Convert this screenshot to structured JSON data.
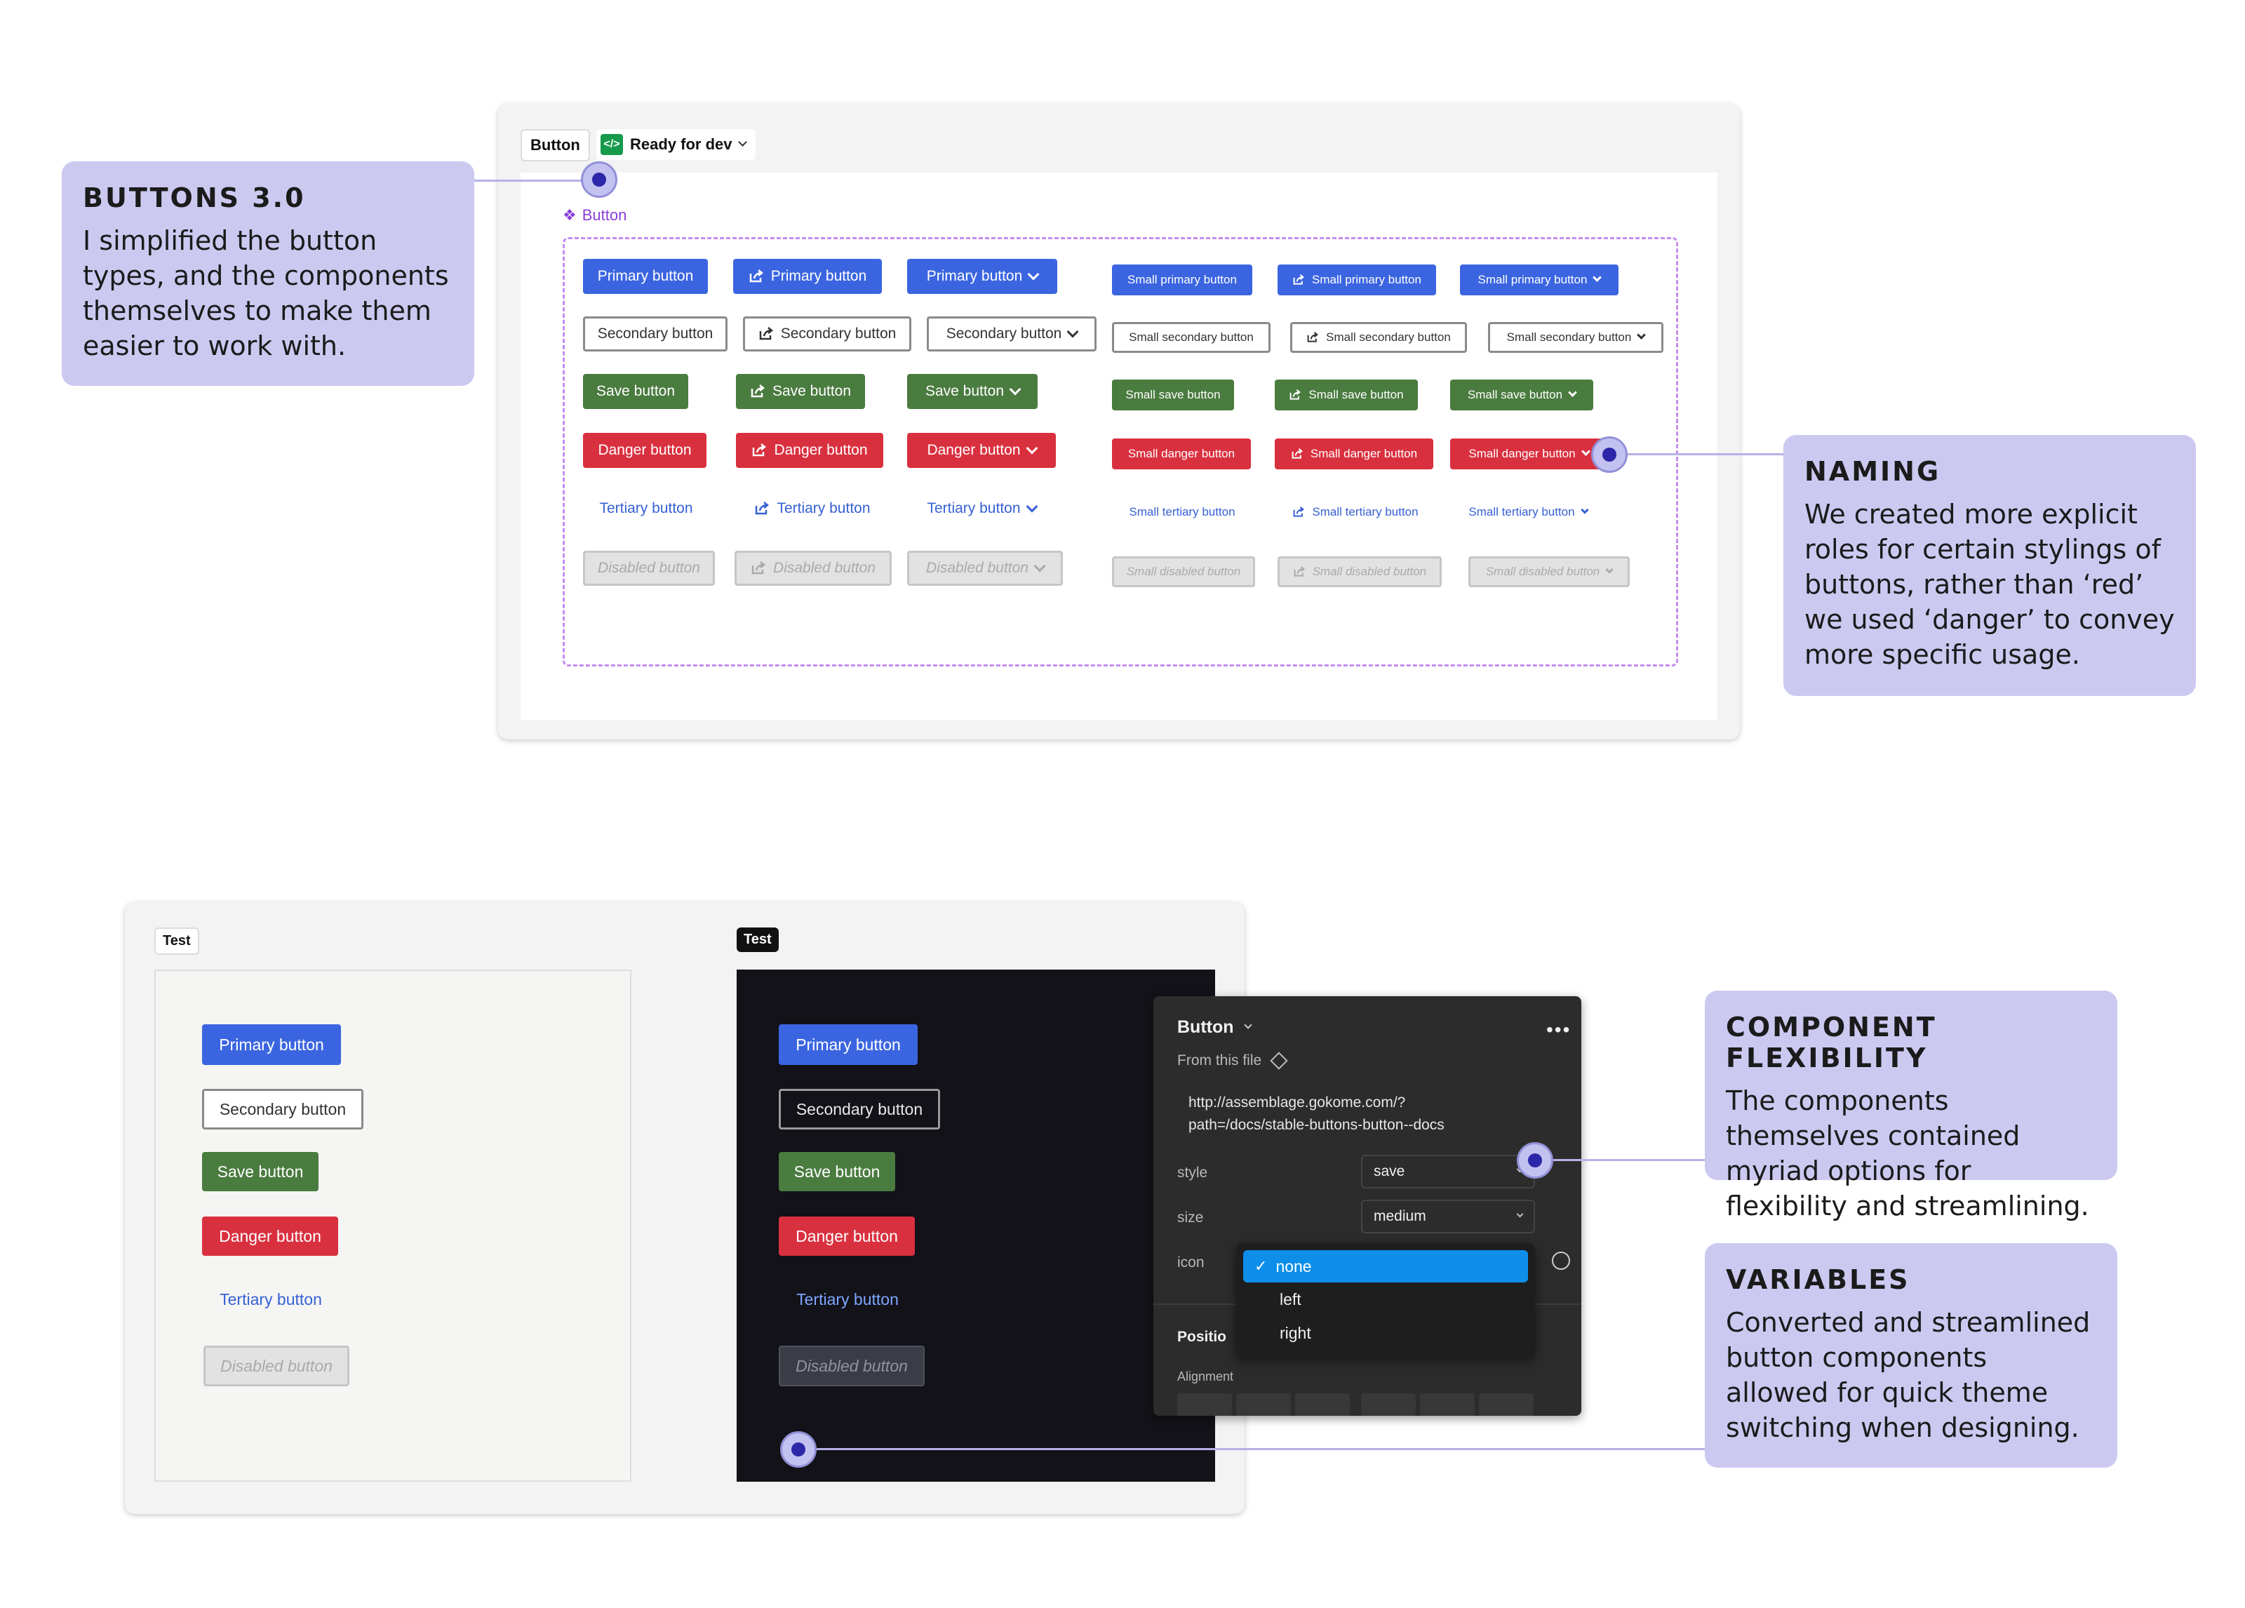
{
  "top_frame": {
    "component_tag": "Button",
    "status_label": "Ready for dev",
    "component_label": "Button",
    "large": {
      "primary": [
        "Primary button",
        "Primary button",
        "Primary button"
      ],
      "secondary": [
        "Secondary button",
        "Secondary button",
        "Secondary button"
      ],
      "save": [
        "Save button",
        "Save button",
        "Save button"
      ],
      "danger": [
        "Danger button",
        "Danger button",
        "Danger button"
      ],
      "tertiary": [
        "Tertiary button",
        "Tertiary button",
        "Tertiary button"
      ],
      "disabled": [
        "Disabled button",
        "Disabled button",
        "Disabled button"
      ]
    },
    "small": {
      "primary": [
        "Small primary button",
        "Small primary button",
        "Small primary button"
      ],
      "secondary": [
        "Small secondary button",
        "Small secondary button",
        "Small secondary button"
      ],
      "save": [
        "Small save button",
        "Small save button",
        "Small save button"
      ],
      "danger": [
        "Small danger button",
        "Small danger button",
        "Small danger button"
      ],
      "tertiary": [
        "Small tertiary button",
        "Small tertiary button",
        "Small tertiary button"
      ],
      "disabled": [
        "Small disabled button",
        "Small disabled button",
        "Small disabled button"
      ]
    }
  },
  "notes": {
    "buttons": {
      "title": "BUTTONS 3.0",
      "text": "I simplified the button types, and the components themselves to make them easier to work with."
    },
    "naming": {
      "title": "NAMING",
      "text": "We created more explicit roles for certain stylings of buttons, rather than ‘red’ we used ‘danger’ to convey more specific usage."
    },
    "flexibility": {
      "title": "COMPONENT FLEXIBILITY",
      "text": "The components themselves contained myriad options for flexibility and streamlining."
    },
    "variables": {
      "title": "VARIABLES",
      "text": "Converted and streamlined button components allowed for quick theme switching when designing."
    }
  },
  "bottom_frame": {
    "light_tag": "Test",
    "dark_tag": "Test",
    "buttons": {
      "primary": "Primary button",
      "secondary": "Secondary button",
      "save": "Save button",
      "danger": "Danger button",
      "tertiary": "Tertiary button",
      "disabled": "Disabled button"
    }
  },
  "panel": {
    "title": "Button",
    "source": "From this file",
    "url_line1": "http://assemblage.gokome.com/?",
    "url_line2": "path=/docs/stable-buttons-button--docs",
    "props": {
      "style_label": "style",
      "style_value": "save",
      "size_label": "size",
      "size_value": "medium",
      "icon_label": "icon"
    },
    "dropdown": [
      "none",
      "left",
      "right"
    ],
    "position_label": "Positio",
    "alignment_label": "Alignment"
  },
  "colors": {
    "primary": "#3b65e0",
    "save": "#4a7b3f",
    "danger": "#d9303f",
    "tertiary": "#3761d5",
    "note_bg": "#ccc9f1",
    "component_purple": "#8b3fd9"
  }
}
